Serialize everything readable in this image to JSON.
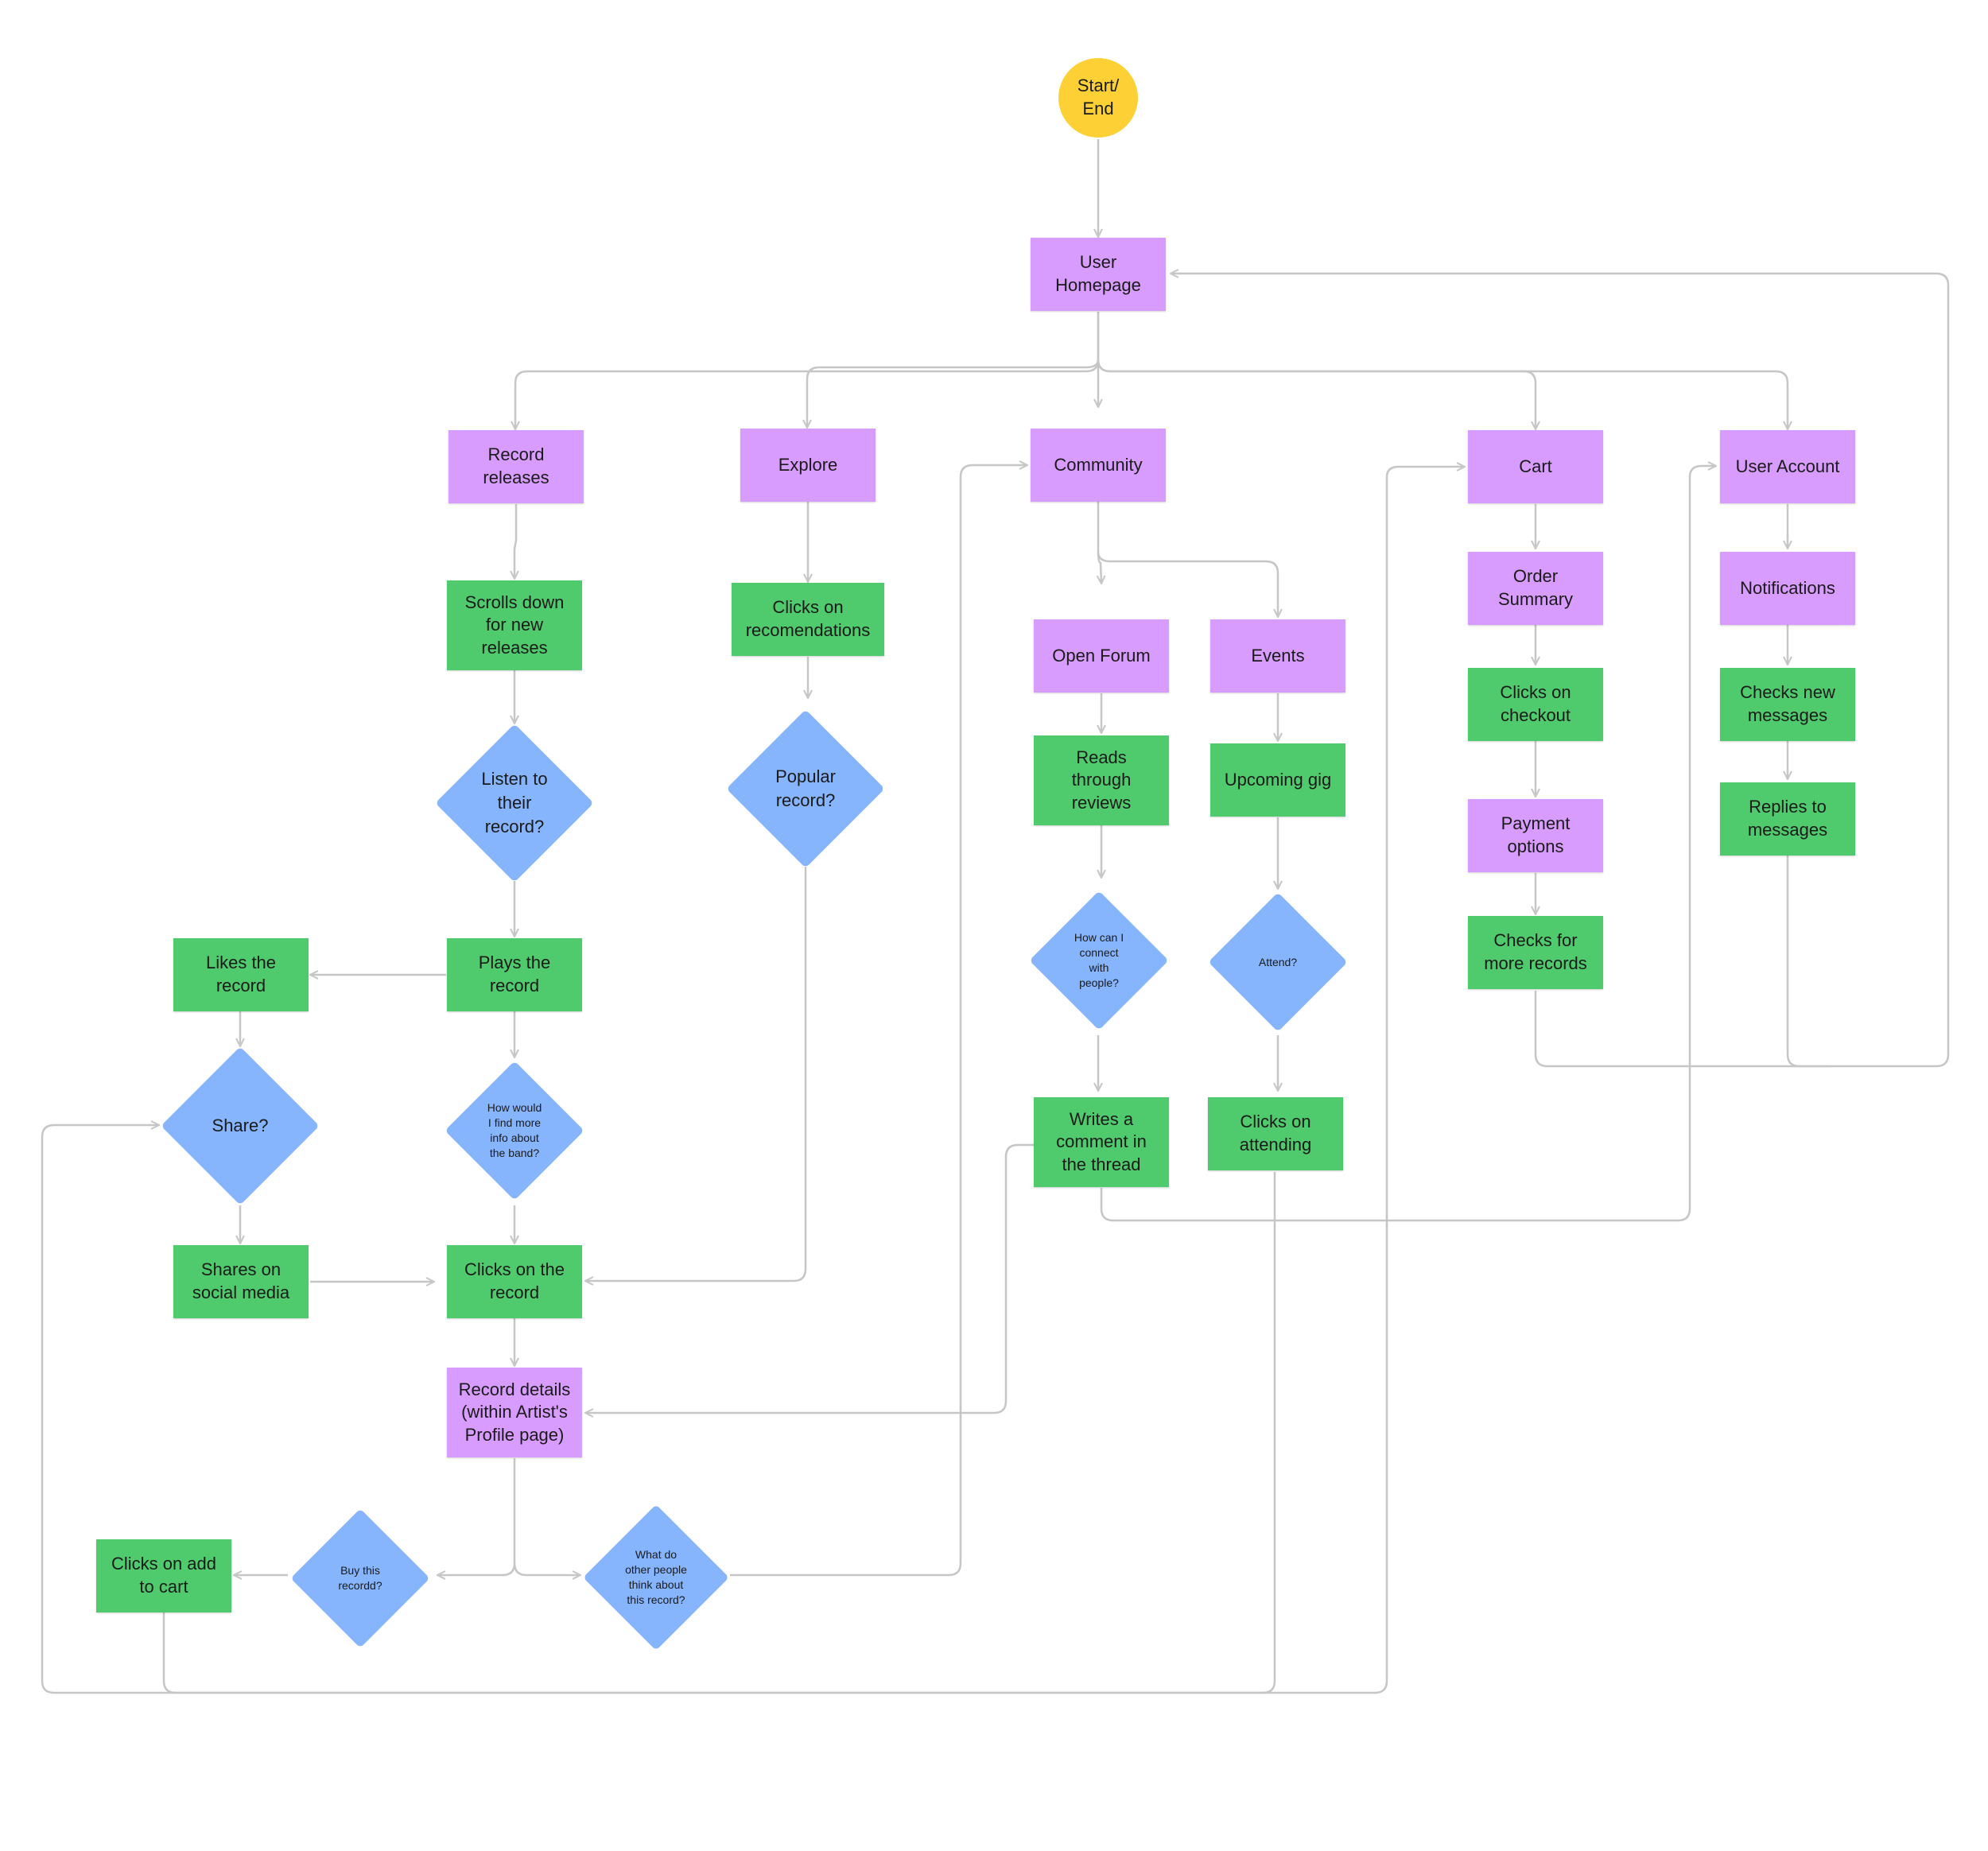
{
  "colors": {
    "terminal": "#fdd136",
    "page": "#d89cff",
    "action": "#4fcb6d",
    "decision": "#86b5fe",
    "connector": "#c6c6c6"
  },
  "nodes": {
    "start_end": "Start/\nEnd",
    "user_homepage": "User\nHomepage",
    "record_releases": "Record\nreleases",
    "explore": "Explore",
    "community": "Community",
    "cart": "Cart",
    "user_account": "User Account",
    "scrolls_down": "Scrolls down\nfor new\nreleases",
    "clicks_recommendations": "Clicks on\nrecomendations",
    "open_forum": "Open Forum",
    "events": "Events",
    "order_summary": "Order\nSummary",
    "notifications": "Notifications",
    "clicks_checkout": "Clicks on\ncheckout",
    "checks_messages": "Checks new\nmessages",
    "listen_record": "Listen to\ntheir\nrecord?",
    "popular_record": "Popular\nrecord?",
    "reads_reviews": "Reads\nthrough\nreviews",
    "upcoming_gig": "Upcoming gig",
    "payment_options": "Payment\noptions",
    "replies_messages": "Replies to\nmessages",
    "likes_record": "Likes the\nrecord",
    "plays_record": "Plays the\nrecord",
    "connect_people": "How can I\nconnect\nwith\npeople?",
    "attend": "Attend?",
    "checks_more_records": "Checks for\nmore records",
    "share": "Share?",
    "find_info": "How would\nI find more\ninfo about\nthe band?",
    "writes_comment": "Writes a\ncomment in\nthe thread",
    "clicks_attending": "Clicks on\nattending",
    "shares_social": "Shares on\nsocial media",
    "clicks_record": "Clicks on the\nrecord",
    "record_details": "Record details\n(within Artist's\nProfile page)",
    "clicks_add_cart": "Clicks on add\nto cart",
    "buy_record": "Buy this\nrecordd?",
    "others_think": "What do\nother people\nthink about\nthis record?"
  }
}
